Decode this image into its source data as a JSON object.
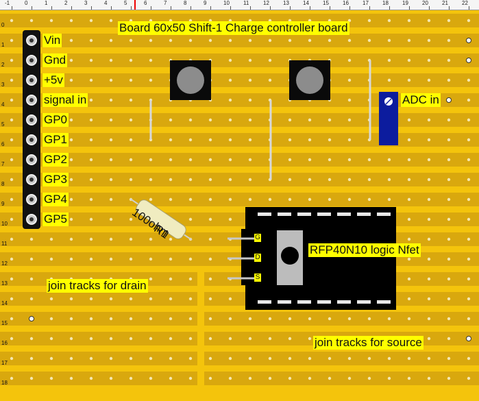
{
  "ruler": {
    "numbers": [
      "-1",
      "0",
      "1",
      "2",
      "3",
      "4",
      "5",
      "6",
      "7",
      "8",
      "9",
      "10",
      "11",
      "12",
      "13",
      "14",
      "15",
      "16",
      "17",
      "18",
      "19",
      "20",
      "21",
      "22"
    ],
    "rows": [
      "0",
      "1",
      "2",
      "3",
      "4",
      "5",
      "6",
      "7",
      "8",
      "9",
      "10",
      "11",
      "12",
      "13",
      "14",
      "15",
      "16",
      "17",
      "18"
    ]
  },
  "title": "Board 60x50 Shift-1 Charge controller board",
  "header_pins": [
    "Vin",
    "Gnd",
    "+5v",
    "signal in",
    "GP0",
    "GP1",
    "GP2",
    "GP3",
    "GP4",
    "GP5"
  ],
  "labels": {
    "adc": "ADC in",
    "fet": "RFP40N10 logic Nfet",
    "drain": "join tracks for drain",
    "source": "join tracks for source"
  },
  "fet_pins": [
    "G",
    "D",
    "S"
  ],
  "resistor": {
    "value": "100ohm",
    "ref": "R1"
  },
  "colors": {
    "board": "#f4c40c",
    "track": "#d9a80e",
    "label_bg": "#ffff00",
    "trimpot": "#0c1c9e",
    "fet_body": "#000000",
    "fet_tab": "#bcbcbc"
  }
}
